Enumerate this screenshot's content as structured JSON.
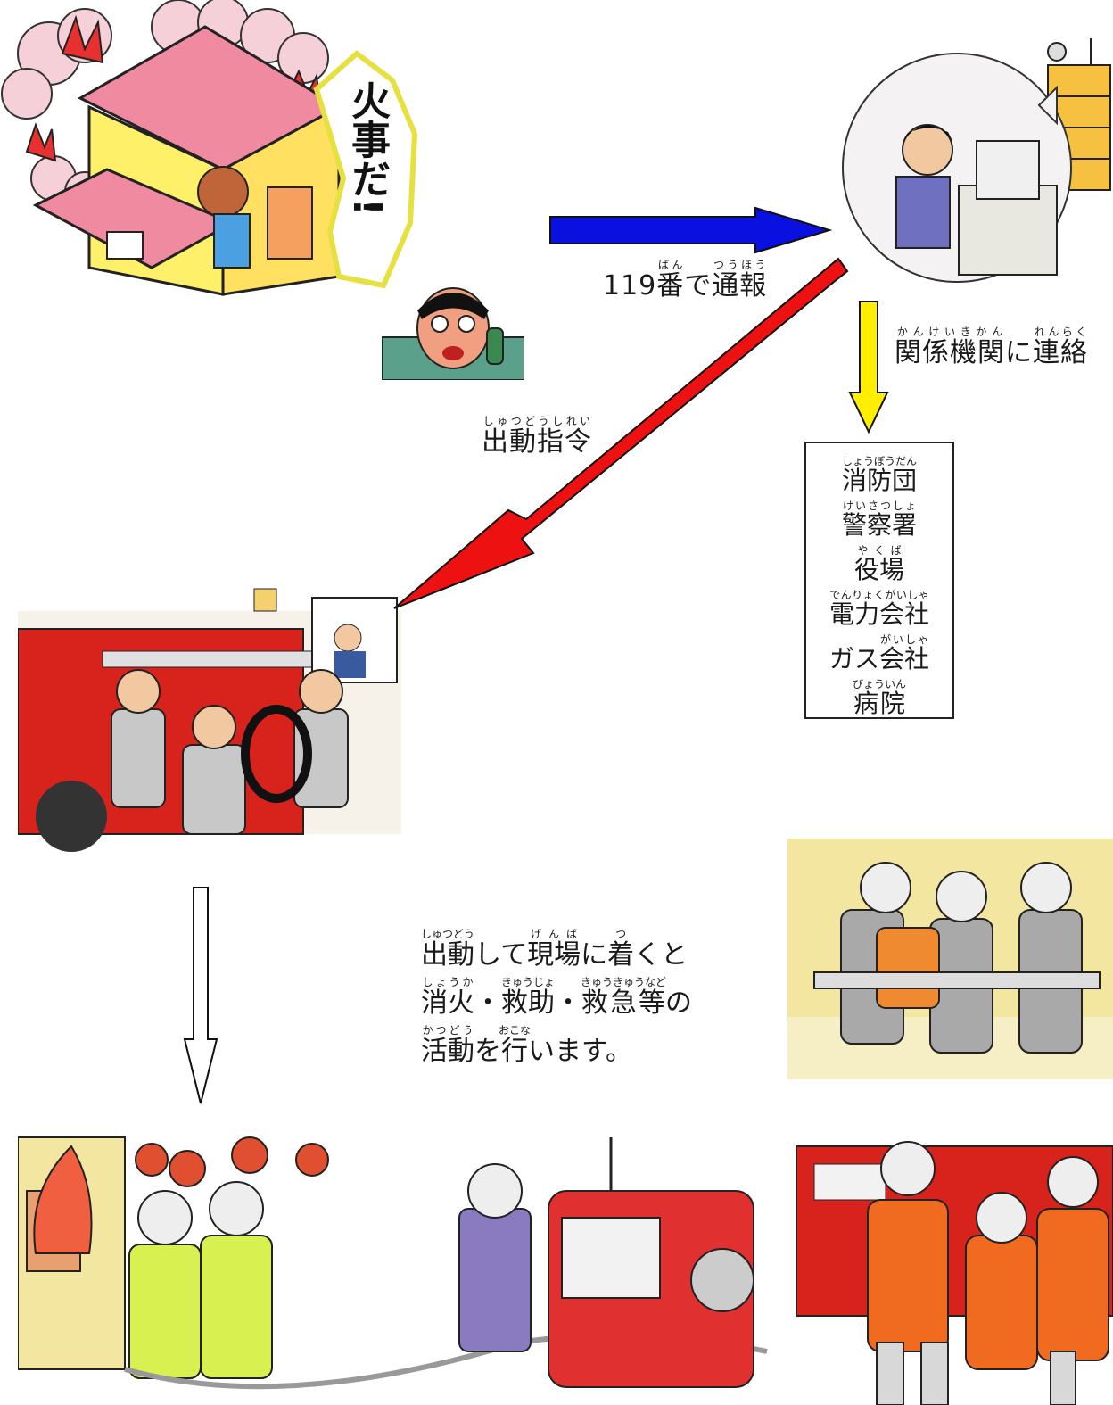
{
  "scene": {
    "fire_shout": "火事だ!",
    "report_label": {
      "pre": "119",
      "kanji1": "番",
      "ruby1": "ばん",
      "mid": "で",
      "kanji2": "通報",
      "ruby2": "つうほう"
    },
    "contact_label": {
      "kanji1": "関係機関",
      "ruby1": "かんけいきかん",
      "mid": "に",
      "kanji2": "連絡",
      "ruby2": "れんらく"
    },
    "dispatch_label": {
      "kanji": "出動指令",
      "ruby": "しゅつどうしれい"
    },
    "agencies": [
      {
        "kanji": "消防団",
        "ruby": "しょうぼうだん"
      },
      {
        "kanji": "警察署",
        "ruby": "けいさつしょ"
      },
      {
        "kanji": "役場",
        "ruby": "やくば"
      },
      {
        "kanji": "電力会社",
        "ruby": "でんりょくがいしゃ"
      },
      {
        "kanji": "ガス",
        "ruby": "",
        "kanji_b": "会社",
        "ruby_b": "がいしゃ"
      },
      {
        "kanji": "病院",
        "ruby": "びょういん"
      }
    ],
    "caption": {
      "line1": {
        "k1": "出動",
        "r1": "しゅつどう",
        "t1": "して",
        "k2": "現場",
        "r2": "げんば",
        "t2": "に",
        "k3": "着",
        "r3": "つ",
        "t3": "くと"
      },
      "line2": {
        "k1": "消火",
        "r1": "しょうか",
        "t1": "・",
        "k2": "救助",
        "r2": "きゅうじょ",
        "t2": "・",
        "k3": "救急等",
        "r3": "きゅうきゅうなど",
        "t3": "の"
      },
      "line3": {
        "k1": "活動",
        "r1": "かつどう",
        "t1": "を",
        "k2": "行",
        "r2": "おこな",
        "t2": "います。"
      }
    }
  },
  "colors": {
    "arrow_blue": "#0a10e0",
    "arrow_red": "#ee1111",
    "arrow_yellow": "#ffee00",
    "arrow_white": "#ffffff",
    "fire_red": "#e83030",
    "truck_red": "#d8231c",
    "helmet_gray": "#c8c8c8",
    "uniform_orange": "#f06a20",
    "uniform_yellow": "#d8f050"
  },
  "icons": [
    "burning-house-icon",
    "caller-phone-icon",
    "dispatcher-icon",
    "fire-station-icon",
    "rescue-stretcher-icon",
    "firefighting-icon",
    "rescue-team-icon"
  ]
}
